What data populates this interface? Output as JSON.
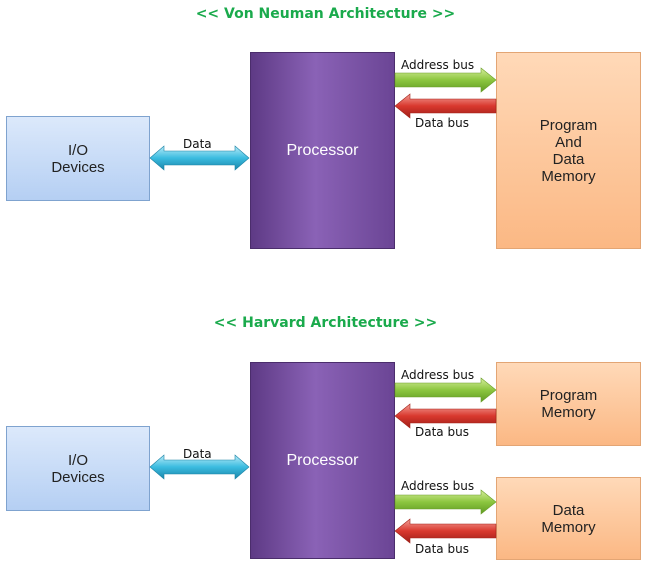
{
  "von_neuman": {
    "title": "<< Von Neuman Architecture >>",
    "io_line1": "I/O",
    "io_line2": "Devices",
    "data_label": "Data",
    "processor": "Processor",
    "address_bus": "Address bus",
    "data_bus": "Data bus",
    "memory_lines": [
      "Program",
      "And",
      "Data",
      "Memory"
    ]
  },
  "harvard": {
    "title": "<< Harvard Architecture >>",
    "io_line1": "I/O",
    "io_line2": "Devices",
    "data_label": "Data",
    "processor": "Processor",
    "program_memory": {
      "line1": "Program",
      "line2": "Memory",
      "address_bus": "Address bus",
      "data_bus": "Data bus"
    },
    "data_memory": {
      "line1": "Data",
      "line2": "Memory",
      "address_bus": "Address bus",
      "data_bus": "Data bus"
    }
  },
  "colors": {
    "title": "#1aaa4c",
    "address_arrow": "#8cc63f",
    "data_bus_arrow": "#d9382e",
    "data_arrow": "#3bbce0",
    "processor": "#7a52a6",
    "io": "#c6dbf7",
    "memory": "#fcc498"
  }
}
